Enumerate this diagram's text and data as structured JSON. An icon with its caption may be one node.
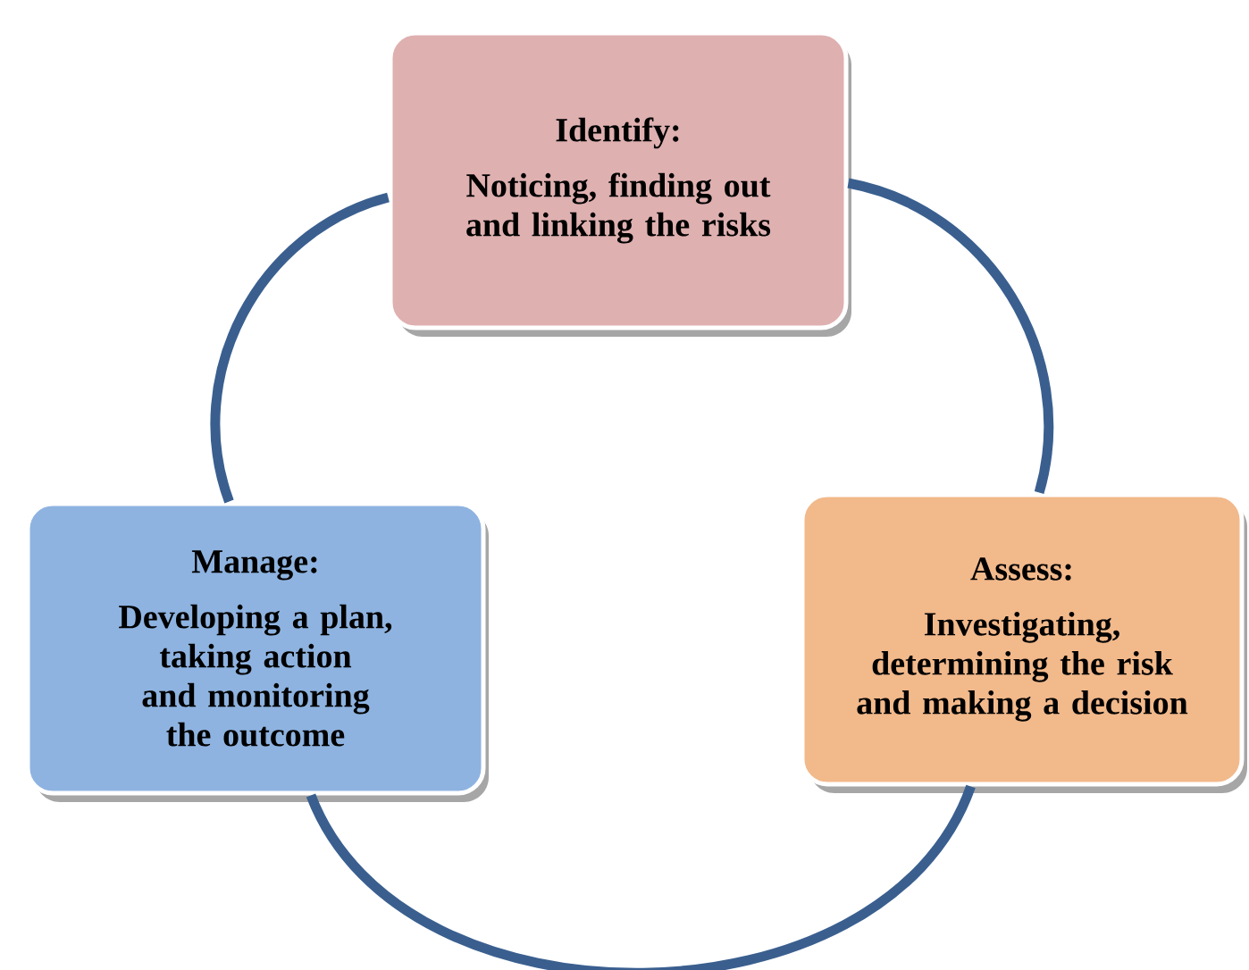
{
  "diagram": {
    "nodes": [
      {
        "text": [
          "Identify:",
          "Noticing, finding out and linking the risks"
        ]
      },
      {
        "text": [
          "Assess:",
          "Investigating, determining the risk and making a decision"
        ]
      },
      {
        "text": [
          "Manage:",
          "Developing a plan, taking action and monitoring the outcome"
        ]
      }
    ],
    "edges": [
      {
        "from": 0,
        "to": 1,
        "arrow": "none"
      },
      {
        "from": 1,
        "to": 2,
        "arrow": "none"
      },
      {
        "from": 2,
        "to": 0,
        "arrow": "none"
      }
    ]
  }
}
